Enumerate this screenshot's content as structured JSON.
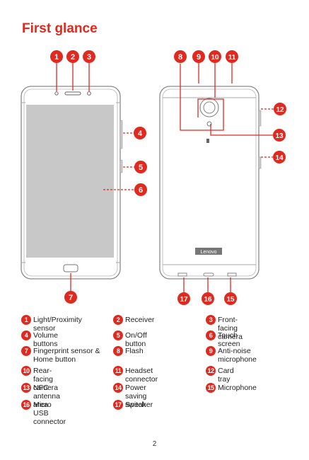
{
  "title": "First glance",
  "brand_logo": "Lenovo",
  "callouts": [
    "1",
    "2",
    "3",
    "4",
    "5",
    "6",
    "7",
    "8",
    "9",
    "10",
    "11",
    "12",
    "13",
    "14",
    "15",
    "16",
    "17"
  ],
  "legend": [
    {
      "num": "1",
      "label": "Light/Proximity sensor"
    },
    {
      "num": "2",
      "label": "Receiver"
    },
    {
      "num": "3",
      "label": "Front-facing camera"
    },
    {
      "num": "4",
      "label": "Volume buttons"
    },
    {
      "num": "5",
      "label": "On/Off button"
    },
    {
      "num": "6",
      "label": "Touch screen"
    },
    {
      "num": "7",
      "label": "Fingerprint sensor & Home button"
    },
    {
      "num": "8",
      "label": "Flash"
    },
    {
      "num": "9",
      "label": "Anti-noise microphone"
    },
    {
      "num": "10",
      "label": "Rear-facing camera"
    },
    {
      "num": "11",
      "label": "Headset connector"
    },
    {
      "num": "12",
      "label": "Card tray"
    },
    {
      "num": "13",
      "label": "NFC antenna area"
    },
    {
      "num": "14",
      "label": "Power saving switch"
    },
    {
      "num": "15",
      "label": "Microphone"
    },
    {
      "num": "16",
      "label": "Micro USB connector"
    },
    {
      "num": "17",
      "label": "Speaker"
    }
  ],
  "page_number": "2",
  "colors": {
    "accent": "#e02a1f",
    "screen": "#c8c8c8",
    "outline": "#8a8a8a"
  }
}
